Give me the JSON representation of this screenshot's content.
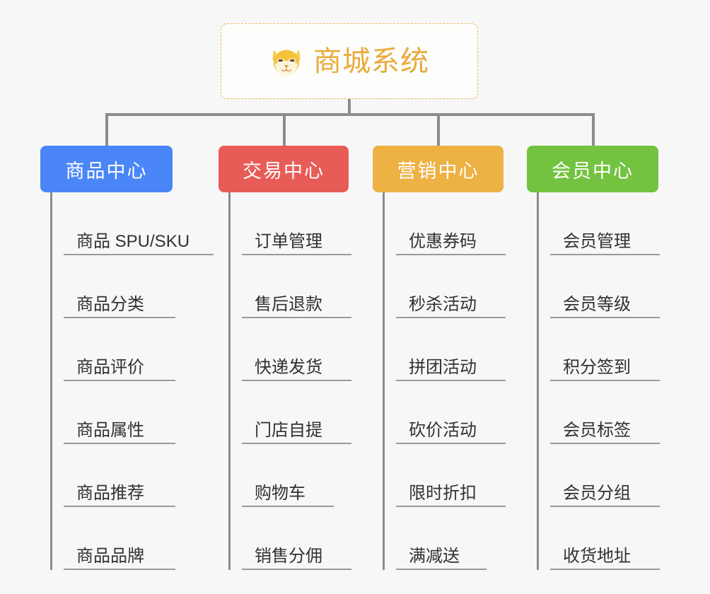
{
  "page": {
    "background_color": "#f7f7f7"
  },
  "root": {
    "title": "商城系统",
    "icon": "shiba-dog-face-icon",
    "text_color": "#e9ab3c",
    "border_color": "#e9b95c"
  },
  "branches": [
    {
      "id": "product-center",
      "label": "商品中心",
      "color": "#4a86f7",
      "items": [
        {
          "label": "商品 SPU/SKU"
        },
        {
          "label": "商品分类"
        },
        {
          "label": "商品评价"
        },
        {
          "label": "商品属性"
        },
        {
          "label": "商品推荐"
        },
        {
          "label": "商品品牌"
        }
      ]
    },
    {
      "id": "trade-center",
      "label": "交易中心",
      "color": "#e85c57",
      "items": [
        {
          "label": "订单管理"
        },
        {
          "label": "售后退款"
        },
        {
          "label": "快递发货"
        },
        {
          "label": "门店自提"
        },
        {
          "label": "购物车"
        },
        {
          "label": "销售分佣"
        }
      ]
    },
    {
      "id": "marketing-center",
      "label": "营销中心",
      "color": "#edb144",
      "items": [
        {
          "label": "优惠券码"
        },
        {
          "label": "秒杀活动"
        },
        {
          "label": "拼团活动"
        },
        {
          "label": "砍价活动"
        },
        {
          "label": "限时折扣"
        },
        {
          "label": "满减送"
        }
      ]
    },
    {
      "id": "member-center",
      "label": "会员中心",
      "color": "#73c341",
      "items": [
        {
          "label": "会员管理"
        },
        {
          "label": "会员等级"
        },
        {
          "label": "积分签到"
        },
        {
          "label": "会员标签"
        },
        {
          "label": "会员分组"
        },
        {
          "label": "收货地址"
        }
      ]
    }
  ],
  "connector": {
    "color": "#8c8c8c"
  }
}
